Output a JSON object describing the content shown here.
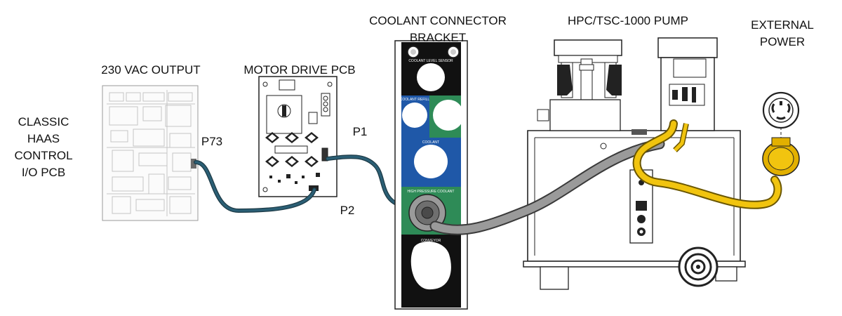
{
  "labels": {
    "control_pcb": [
      "CLASSIC",
      "HAAS",
      "CONTROL",
      "I/O PCB"
    ],
    "output": "230 VAC OUTPUT",
    "motor_drive": "MOTOR DRIVE PCB",
    "bracket": [
      "COOLANT CONNECTOR",
      "BRACKET"
    ],
    "pump": "HPC/TSC-1000 PUMP",
    "power": [
      "EXTERNAL",
      "POWER"
    ],
    "p73": "P73",
    "p1": "P1",
    "p2": "P2"
  },
  "bracket_text": {
    "top_port": "COOLANT LEVEL SENSOR",
    "coolant_refill": "COOLANT REFILL",
    "coolant": "COOLANT",
    "high_pressure": "HIGH PRESSURE COOLANT",
    "conveyor": "CONVEYOR"
  },
  "colors": {
    "cable_blue": "#2b5f75",
    "hose_gray": "#8c8c8c",
    "power_yellow": "#e8b800",
    "bracket_blue": "#1f58a8",
    "bracket_green": "#2e8b57",
    "bracket_black": "#111111"
  }
}
